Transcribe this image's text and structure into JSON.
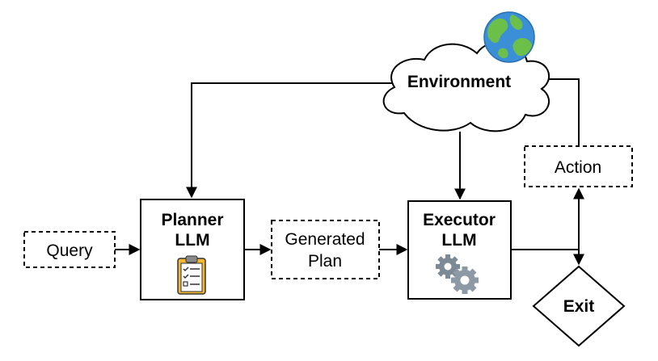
{
  "environment": {
    "label": "Environment"
  },
  "query": {
    "label": "Query"
  },
  "planner": {
    "line1": "Planner",
    "line2": "LLM"
  },
  "generated_plan": {
    "line1": "Generated",
    "line2": "Plan"
  },
  "executor": {
    "line1": "Executor",
    "line2": "LLM"
  },
  "action": {
    "label": "Action"
  },
  "exit": {
    "label": "Exit"
  },
  "icons": {
    "environment": "globe-icon",
    "planner": "clipboard-checklist-icon",
    "executor": "gears-icon"
  },
  "colors": {
    "stroke": "#000000",
    "box_fill": "#ffffff",
    "globe_ocean": "#3a8fd6",
    "globe_land": "#6cc04a",
    "clipboard_board": "#f5b731",
    "gears": "#7d8a96"
  }
}
